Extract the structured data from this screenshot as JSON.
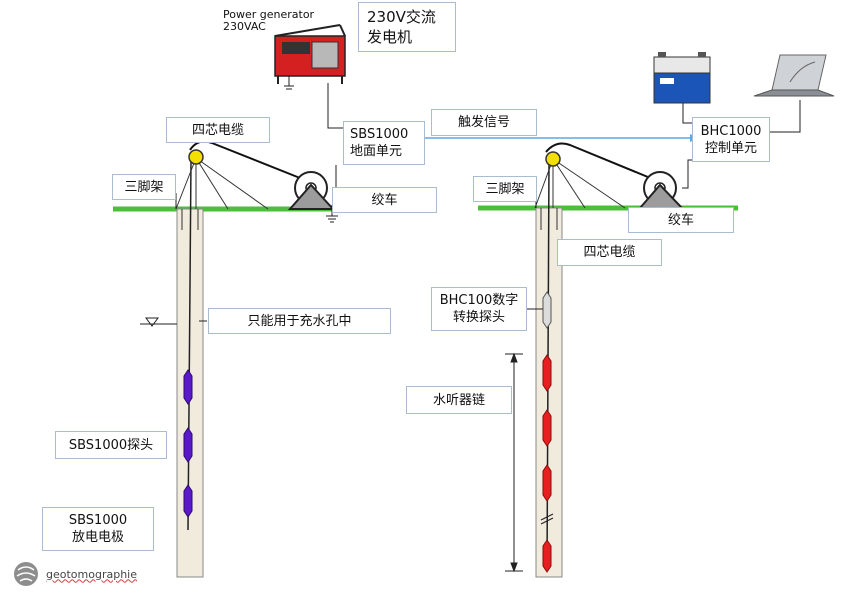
{
  "labels": {
    "power_generator": "Power generator\n230VAC",
    "generator_cn": "230V交流\n发电机",
    "four_core_cable_left": "四芯电缆",
    "tripod_left": "三脚架",
    "sbs_surface_unit": "SBS1000\n地面单元",
    "trigger_signal": "触发信号",
    "winch_left": "绞车",
    "water_only": "只能用于充水孔中",
    "sbs_probe": "SBS1000探头",
    "sbs_electrode": "SBS1000\n放电电极",
    "bhc_control_unit": "BHC1000\n控制单元",
    "tripod_right": "三脚架",
    "winch_right": "绞车",
    "four_core_cable_right": "四芯电缆",
    "bhc_probe": "BHC100数字\n转换探头",
    "hydrophone_chain": "水听器链"
  },
  "logo": {
    "text": "geotomographie"
  },
  "colors": {
    "ground": "#4bbf3a",
    "pulley": "#f4e000",
    "sbs_probe": "#5a18c8",
    "hydrophone": "#e62020",
    "label_border": "#a9bcd1",
    "generator_body": "#d42020",
    "battery": "#1b55b8"
  },
  "icons": [
    "generator-icon",
    "battery-icon",
    "laptop-icon",
    "winch-icon",
    "pulley-icon",
    "ground-symbol-icon",
    "water-level-icon",
    "geotomographie-logo-icon"
  ]
}
